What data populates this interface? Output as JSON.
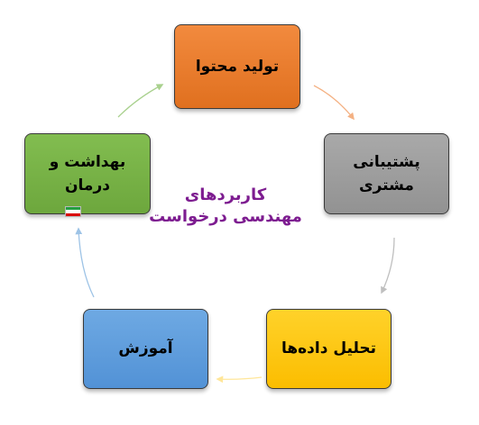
{
  "diagram": {
    "center_title": "کاربردهای\nمهندسی درخواست",
    "center_title_color": "#7d1c90",
    "nodes": [
      {
        "id": "content",
        "label": "تولید محتوا",
        "color": "#ec7c2c"
      },
      {
        "id": "support",
        "label": "پشتیبانی\nمشتری",
        "color": "#9e9e9e"
      },
      {
        "id": "analysis",
        "label": "تحلیل داده‌ها",
        "color": "#ffc50c"
      },
      {
        "id": "education",
        "label": "آموزش",
        "color": "#5b9bd5"
      },
      {
        "id": "health",
        "label": "بهداشت و\nدرمان",
        "color": "#77b245"
      }
    ],
    "flag": {
      "icon": "iran-flag-icon",
      "colors": [
        "#239f40",
        "#ffffff",
        "#da0000"
      ]
    },
    "connector_colors": [
      "#f4b183",
      "#bfbfbf",
      "#ffe699",
      "#9dc3e6",
      "#a9d18e"
    ]
  }
}
